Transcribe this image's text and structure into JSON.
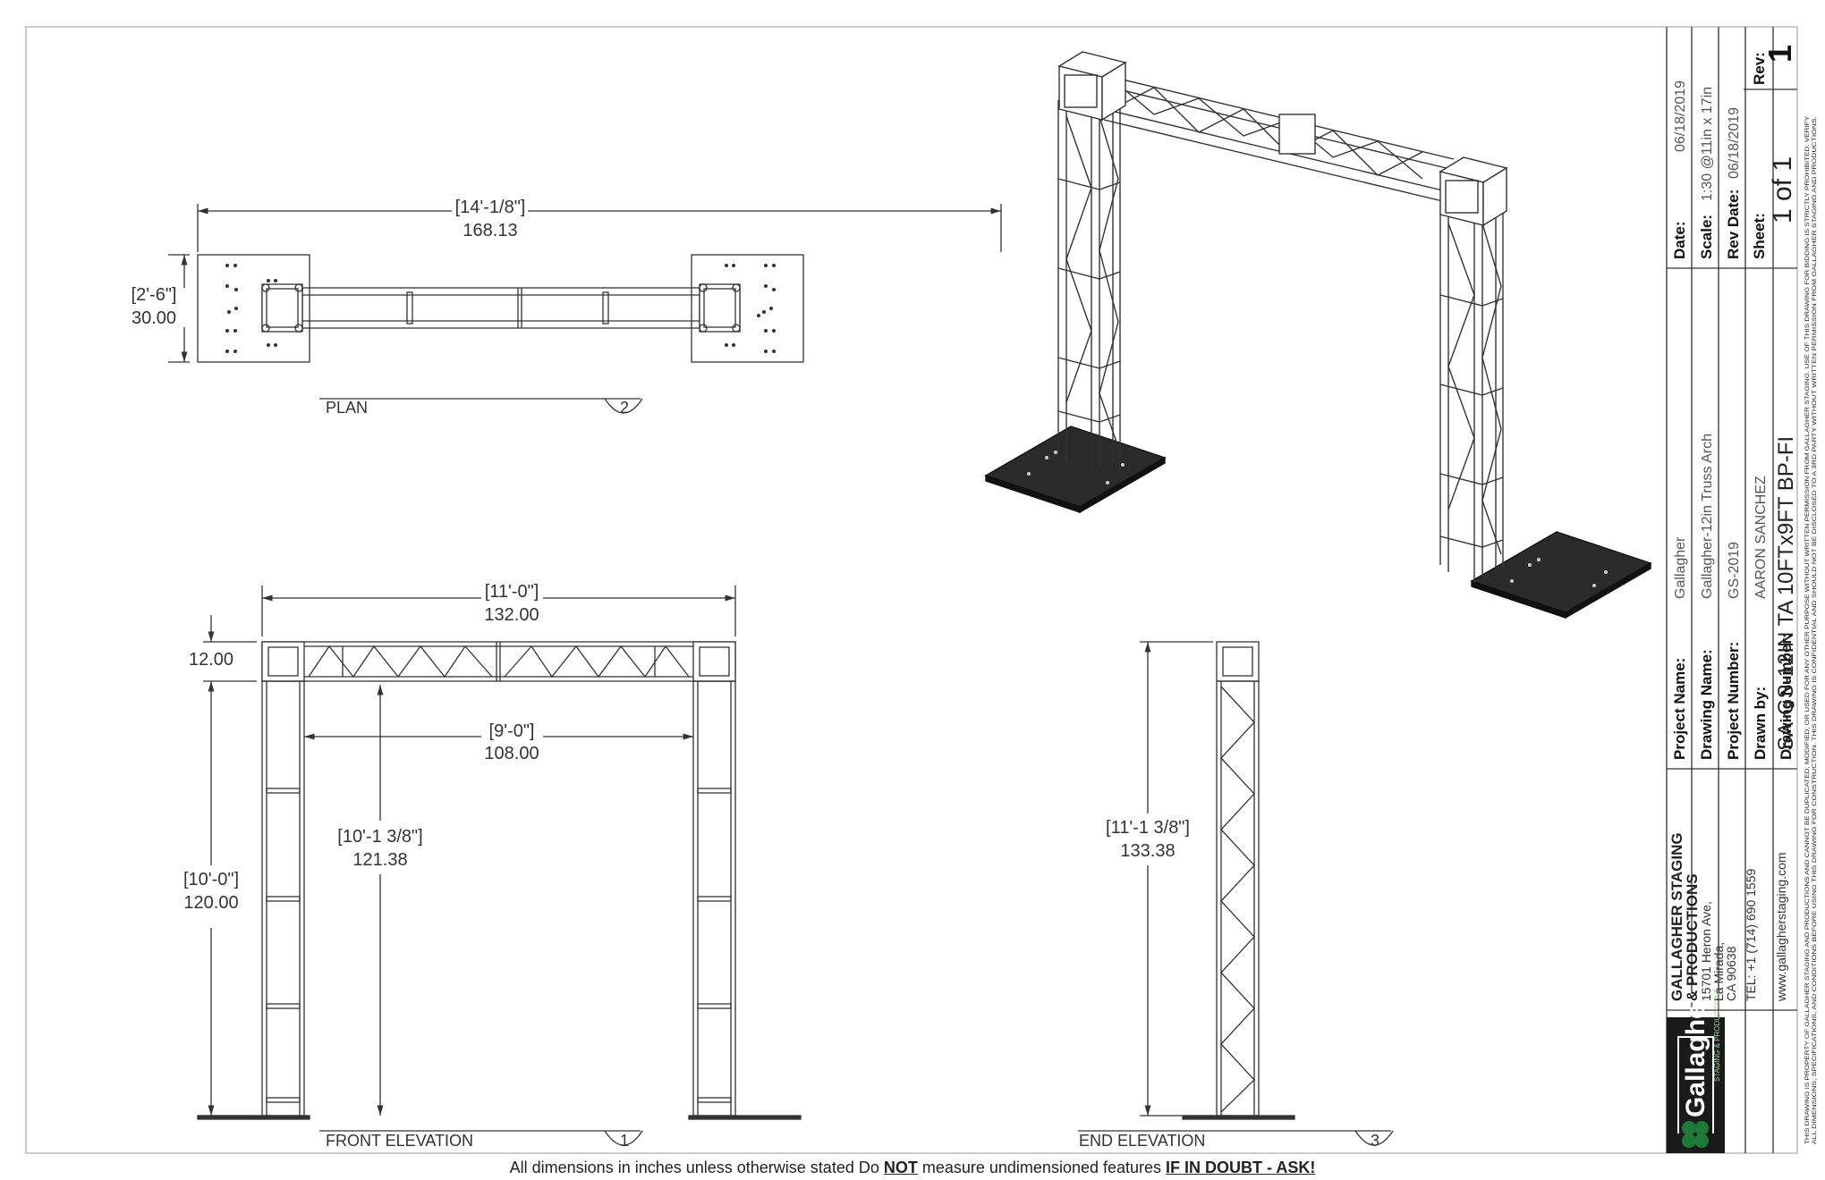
{
  "views": {
    "plan": {
      "label": "PLAN",
      "number": "2",
      "overall_width": {
        "frac_label": "[14'-1/8\"]",
        "value": "168.13"
      },
      "base_depth": {
        "frac_label": "[2'-6\"]",
        "value": "30.00"
      }
    },
    "front": {
      "label": "FRONT ELEVATION",
      "number": "1",
      "outer_width": {
        "frac_label": "[11'-0\"]",
        "value": "132.00"
      },
      "truss_height": {
        "value": "12.00"
      },
      "inner_width": {
        "frac_label": "[9'-0\"]",
        "value": "108.00"
      },
      "leg_height": {
        "frac_label": "[10'-0\"]",
        "value": "120.00"
      },
      "clearance": {
        "frac_label": "[10'-1 3/8\"]",
        "value": "121.38"
      }
    },
    "end": {
      "label": "END ELEVATION",
      "number": "3",
      "overall_height": {
        "frac_label": "[11'-1 3/8\"]",
        "value": "133.38"
      }
    }
  },
  "title_block": {
    "company": {
      "name_line1": "GALLAGHER STAGING",
      "name_line2": "& PRODUCTIONS",
      "address1": "15701 Heron Ave,",
      "address2": "La Mirada,",
      "address3": "CA 90638",
      "tel": "TEL: +1 (714) 690 1559",
      "web": "www.gallagherstaging.com",
      "logo_text": "Gallagher",
      "logo_sub": "STAGING & PRODUCTIONS"
    },
    "fields": {
      "project_name": {
        "label": "Project Name:",
        "value": "Gallagher"
      },
      "drawing_name": {
        "label": "Drawing Name:",
        "value": "Gallagher-12in Truss Arch"
      },
      "project_number": {
        "label": "Project Number:",
        "value": "GS-2019"
      },
      "drawn_by": {
        "label": "Drawn by:",
        "value": "AARON SANCHEZ"
      },
      "drawing_number": {
        "label": "Drawing Number:",
        "value": "SA-GS-12IN TA 10FTx9FT BP-FI"
      },
      "date": {
        "label": "Date:",
        "value": "06/18/2019"
      },
      "scale": {
        "label": "Scale:",
        "value": "1:30 @11in x 17in"
      },
      "rev_date": {
        "label": "Rev Date:",
        "value": "06/18/2019"
      },
      "sheet": {
        "label": "Sheet:",
        "value": "1 of 1"
      },
      "rev": {
        "label": "Rev:",
        "value": "1"
      }
    },
    "legal_line1": "THIS DRAWING IS PROPERTY OF GALLAGHER STAGING AND PRODUCTIONS AND CANNOT BE DUPLICATED, MODIFIED, OR USED FOR ANY OTHER PURPOSE WITHOUT WRITTEN PERMISSION FROM GALLAGHER STAGING. USE OF THIS DRAWING FOR BIDDING IS STRICTLY PROHIBITED. VERIFY",
    "legal_line2": "ALL DIMENSIONS, SPECIFICATIONS, AND CONDITIONS BEFORE USING THIS DRAWING FOR CONSTRUCTION. THIS DRAWING IS CONFIDENTIAL AND SHOULD NOT BE DISCLOSED TO A 3RD PARTY WITHOUT WRITTEN PERMISSION FROM GALLAGHER STAGING AND PRODUCTIONS."
  },
  "footer": {
    "text_a": "All dimensions in inches unless otherwise stated Do ",
    "text_b": "NOT",
    "text_c": " measure undimensioned features ",
    "text_d": "IF IN DOUBT - ASK!"
  },
  "colors": {
    "line": "#333333",
    "logo_bg": "#1a1a1a",
    "clover": "#1f7a3a",
    "base_plate": "#2b2b2b"
  }
}
